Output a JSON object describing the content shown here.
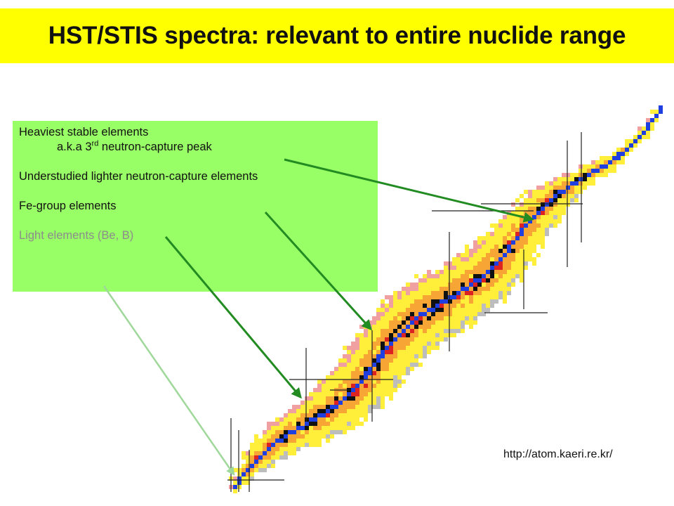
{
  "title": "HST/STIS spectra: relevant to entire nuclide range",
  "legend": {
    "heaviest": "Heaviest stable elements",
    "heaviest_sub_prefix": "a.k.a 3",
    "heaviest_sub_sup": "rd",
    "heaviest_sub_suffix": " neutron-capture peak",
    "lighter": "Understudied lighter neutron-capture elements",
    "fe_group": "Fe-group elements",
    "light": "Light elements (Be, B)"
  },
  "source": "http://atom.kaeri.re.kr/",
  "colors": {
    "title_bg": "#ffff00",
    "legend_bg": "#99ff66",
    "arrow_dark": "#228b22",
    "arrow_light": "#9fd89a",
    "stable": "#1f3fe0",
    "pink": "#f0a0a0",
    "orange": "#f7a534",
    "yellow": "#ffee3a",
    "gray": "#bdbdbd",
    "black": "#111111",
    "red": "#dd2222"
  }
}
